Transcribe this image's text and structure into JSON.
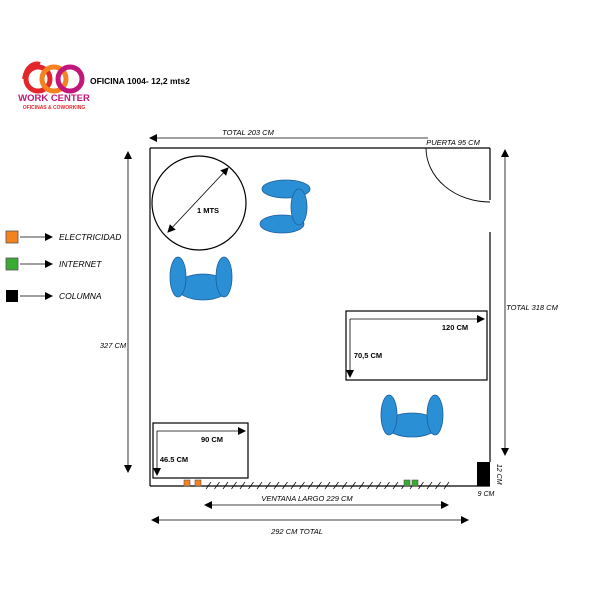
{
  "logo": {
    "brand": "WORK CENTER",
    "tagline": "OFICINAS & COWORKING",
    "glyph": "600"
  },
  "title": "OFICINA 1004- 12,2 mts2",
  "legend": [
    {
      "label": "ELECTRICIDAD",
      "color": "#f58220"
    },
    {
      "label": "INTERNET",
      "color": "#3aaa35"
    },
    {
      "label": "COLUMNA",
      "color": "#000000"
    }
  ],
  "dimensions": {
    "total_top": "TOTAL 203 CM",
    "door": "PUERTA 95 CM",
    "total_right": "TOTAL 318 CM",
    "left": "327 CM",
    "window": "VENTANA LARGO 229 CM",
    "total_bottom": "292 CM TOTAL",
    "column_h": "12 CM",
    "column_w": "9 CM"
  },
  "round_table": {
    "label": "1 MTS"
  },
  "desk_right": {
    "width": "120 CM",
    "depth": "70,5 CM"
  },
  "desk_bottom": {
    "width": "90 CM",
    "depth": "46.5 CM"
  },
  "colors": {
    "chair": "#2b8fd6",
    "chair_stroke": "#1c5e9a",
    "electric": "#f58220",
    "internet": "#3aaa35",
    "column": "#000000",
    "logo_red": "#e3262b",
    "logo_orange": "#f58220",
    "logo_magenta": "#c2177a"
  }
}
